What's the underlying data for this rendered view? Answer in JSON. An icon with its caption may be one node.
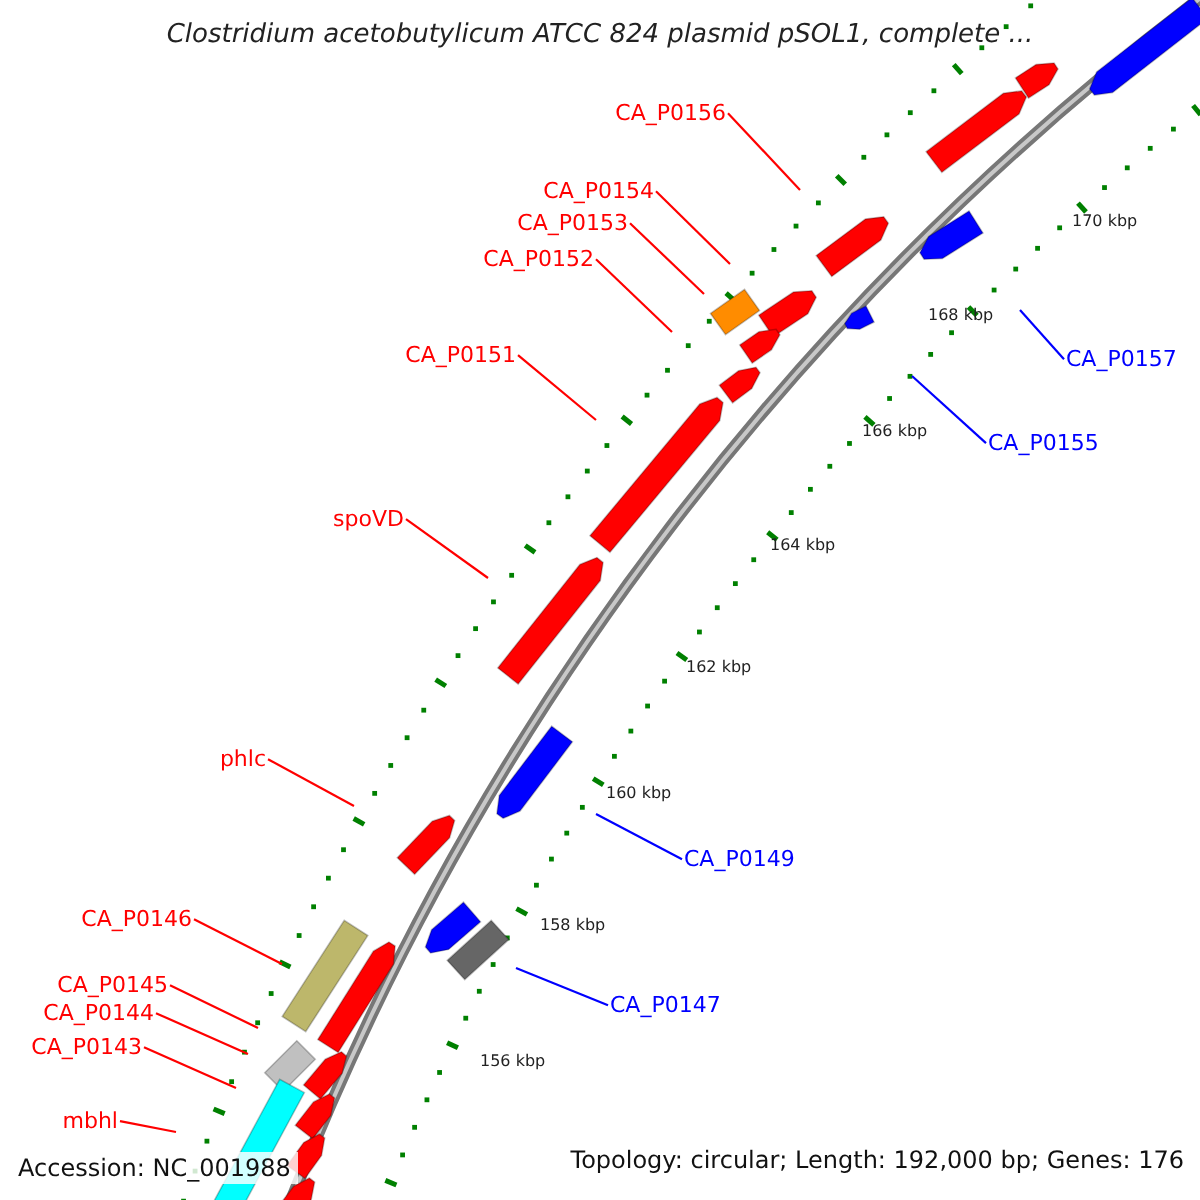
{
  "diagram": {
    "title": "Clostridium acetobutylicum ATCC 824 plasmid pSOL1, complete ...",
    "nodes": [
      {
        "text": [
          "CA_P0156"
        ]
      },
      {
        "text": [
          "CA_P0154"
        ]
      },
      {
        "text": [
          "CA_P0153"
        ]
      },
      {
        "text": [
          "CA_P0152"
        ]
      },
      {
        "text": [
          "CA_P0157"
        ]
      },
      {
        "text": [
          "CA_P0151"
        ]
      },
      {
        "text": [
          "CA_P0155"
        ]
      },
      {
        "text": [
          "spoVD"
        ]
      },
      {
        "text": [
          "phlc"
        ]
      },
      {
        "text": [
          "CA_P0149"
        ]
      },
      {
        "text": [
          "CA_P0146"
        ]
      },
      {
        "text": [
          "CA_P0145"
        ]
      },
      {
        "text": [
          "CA_P0147"
        ]
      },
      {
        "text": [
          "CA_P0144"
        ]
      },
      {
        "text": [
          "CA_P0143"
        ]
      },
      {
        "text": [
          "mbhl"
        ]
      }
    ],
    "edges": [
      {
        "from": 0,
        "to": null,
        "arrow": "none"
      },
      {
        "from": 1,
        "to": null,
        "arrow": "none"
      },
      {
        "from": 2,
        "to": null,
        "arrow": "none"
      },
      {
        "from": 3,
        "to": null,
        "arrow": "none"
      },
      {
        "from": 4,
        "to": null,
        "arrow": "none",
        "color": "#0000ff"
      },
      {
        "from": 5,
        "to": null,
        "arrow": "none"
      },
      {
        "from": 6,
        "to": null,
        "arrow": "none",
        "color": "#0000ff"
      },
      {
        "from": 7,
        "to": null,
        "arrow": "none"
      },
      {
        "from": 8,
        "to": null,
        "arrow": "none"
      },
      {
        "from": 9,
        "to": null,
        "arrow": "none",
        "color": "#0000ff"
      },
      {
        "from": 10,
        "to": null,
        "arrow": "none"
      },
      {
        "from": 11,
        "to": null,
        "arrow": "none"
      },
      {
        "from": 12,
        "to": null,
        "arrow": "none",
        "color": "#0000ff"
      },
      {
        "from": 13,
        "to": null,
        "arrow": "none"
      },
      {
        "from": 14,
        "to": null,
        "arrow": "none"
      },
      {
        "from": 15,
        "to": null,
        "arrow": "none"
      }
    ],
    "labels": [
      "170 kbp",
      "168 kbp",
      "166 kbp",
      "164 kbp",
      "162 kbp",
      "160 kbp",
      "158 kbp",
      "156 kbp",
      "Accession: NC_001988",
      "Topology: circular; Length: 192,000 bp; Genes: 176"
    ]
  }
}
